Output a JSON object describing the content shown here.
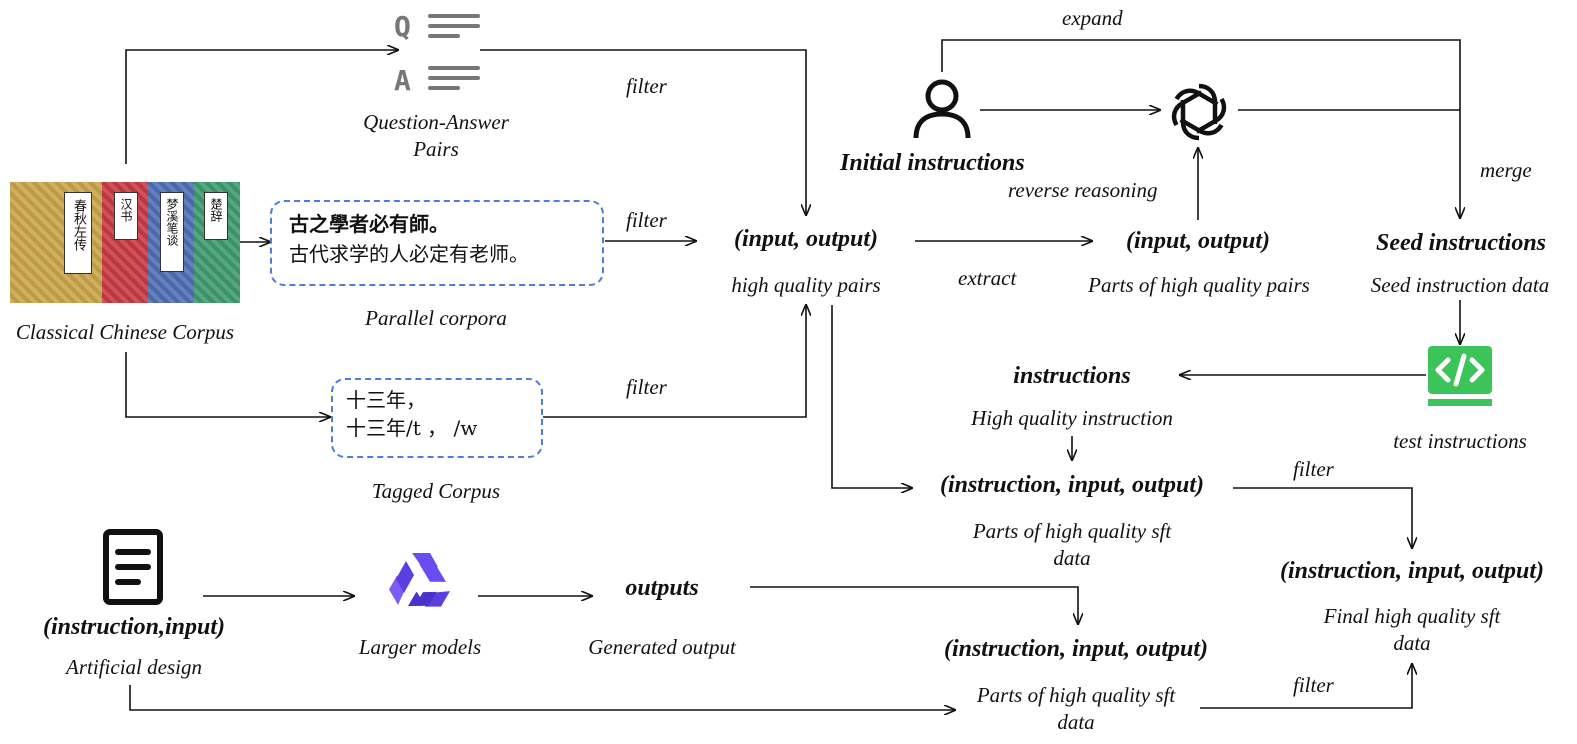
{
  "corpus": {
    "label": "Classical Chinese Corpus",
    "book_titles": [
      "春秋左传",
      "汉书",
      "梦溪笔谈",
      "楚辞"
    ],
    "book_colors": [
      "#c9a44a",
      "#c93a44",
      "#4f6fb5",
      "#3f9a6e"
    ]
  },
  "qa": {
    "icon_q": "Q",
    "icon_a": "A",
    "label_line1": "Question-Answer",
    "label_line2": "Pairs"
  },
  "parallel": {
    "line1": "古之學者必有師。",
    "line2": "古代求学的人必定有老师。",
    "label": "Parallel corpora"
  },
  "tagged": {
    "line1": "十三年，",
    "line2": "十三年/t ， /w",
    "label": "Tagged Corpus"
  },
  "filters": {
    "f1": "filter",
    "f2": "filter",
    "f3": "filter",
    "f4": "filter",
    "f5": "filter"
  },
  "hq_pairs": {
    "title": "(input, output)",
    "label": "high quality pairs"
  },
  "extract_label": "extract",
  "parts_pairs": {
    "title": "(input, output)",
    "label": "Parts of high quality pairs"
  },
  "initial": {
    "label": "Initial instructions"
  },
  "reverse_label": "reverse reasoning",
  "expand_label": "expand",
  "merge_label": "merge",
  "seed": {
    "title": "Seed instructions",
    "label": "Seed instruction data"
  },
  "test": {
    "label": "test instructions"
  },
  "instructions": {
    "title": "instructions",
    "label": "High quality  instruction"
  },
  "sft1": {
    "title": "(instruction, input, output)",
    "label_line1": "Parts of high quality sft",
    "label_line2": "data"
  },
  "final": {
    "title": "(instruction, input, output)",
    "label_line1": "Final high quality sft",
    "label_line2": "data"
  },
  "artificial": {
    "title": "(instruction,input)",
    "label": "Artificial design"
  },
  "larger": {
    "label": "Larger models"
  },
  "outputs": {
    "title": "outputs",
    "label": "Generated output"
  },
  "sft2": {
    "title": "(instruction, input, output)",
    "label_line1": "Parts of high quality sft",
    "label_line2": "data"
  },
  "colors": {
    "arrow": "#111111",
    "dash_border": "#4a7fd6",
    "test_icon": "#3cc35a",
    "qwen": "#6a4cf0"
  }
}
